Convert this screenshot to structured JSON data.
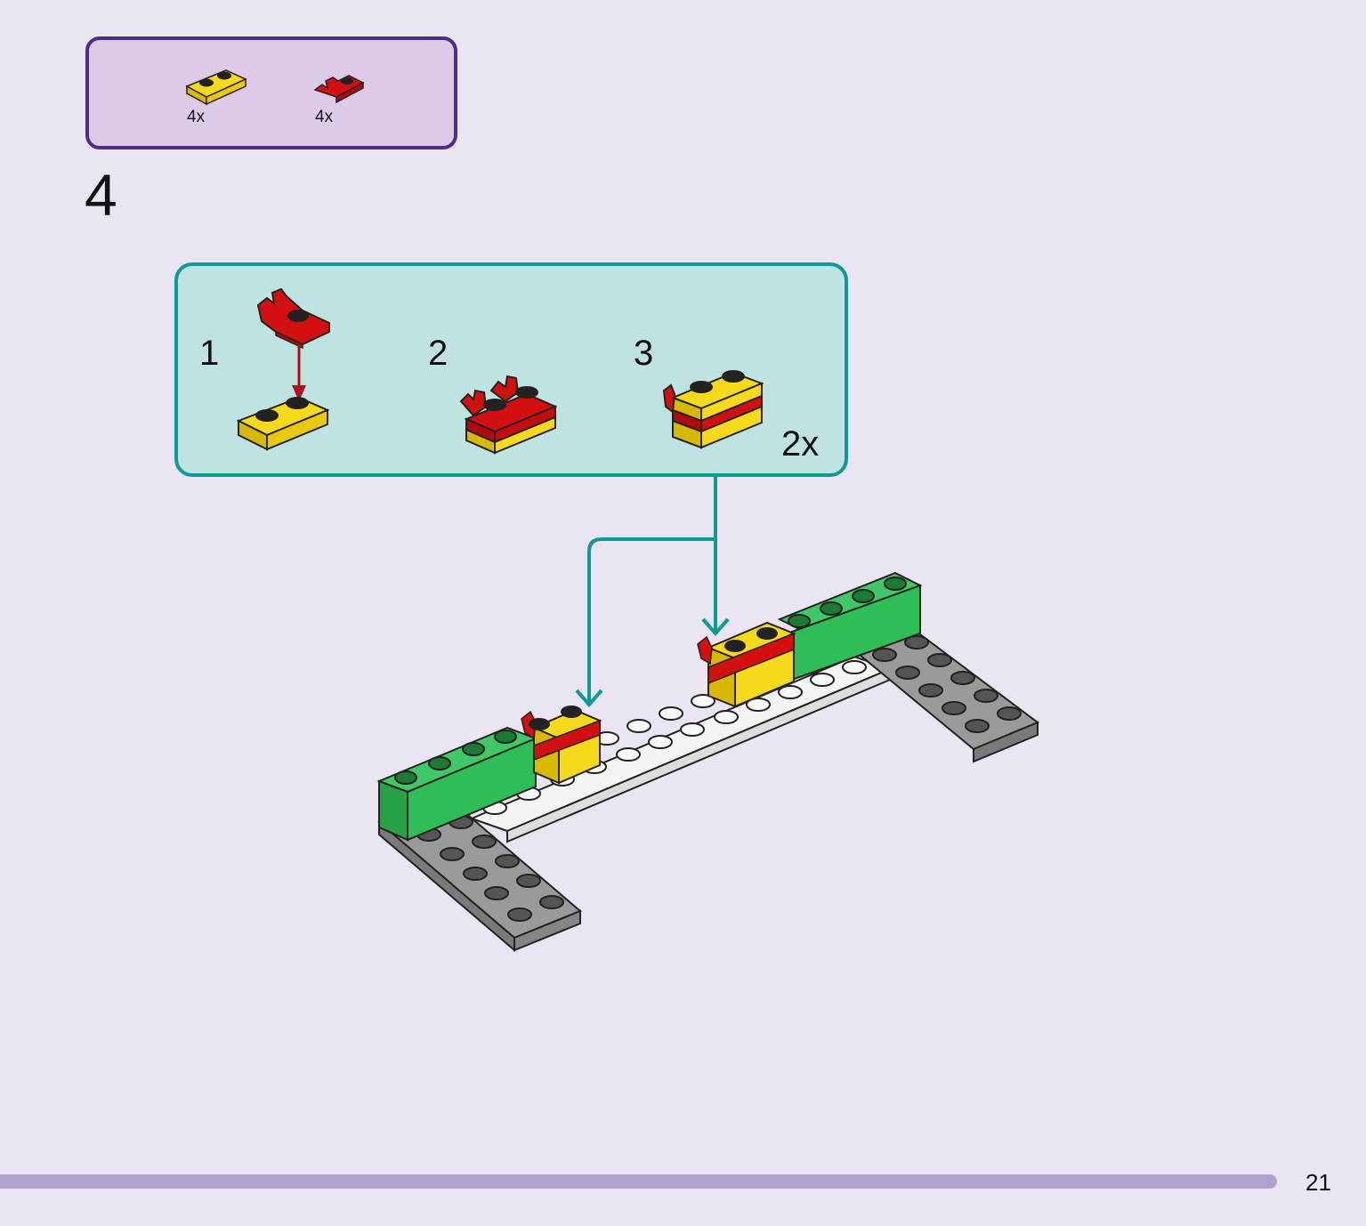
{
  "parts_list": [
    {
      "name": "yellow-plate-1x2",
      "qty": "4x",
      "color": "#f6d91a"
    },
    {
      "name": "red-clip-plate-1x1",
      "qty": "4x",
      "color": "#d40f0f"
    }
  ],
  "step": {
    "number": "4"
  },
  "sub_assembly": {
    "steps": [
      {
        "number": "1"
      },
      {
        "number": "2"
      },
      {
        "number": "3"
      }
    ],
    "multiplier": "2x"
  },
  "colors": {
    "background": "#ebe4f3",
    "parts_box_border": "#4d2d8a",
    "parts_box_fill": "#ddcae6",
    "sub_box_border": "#0e9a95",
    "sub_box_fill": "#bee3e0",
    "callout_line": "#0e9a95",
    "green_brick": "#2fbd55",
    "grey_plate": "#9a9a9a",
    "white_plate": "#f4f4f4",
    "progress_bar": "#b2a2cf"
  },
  "footer": {
    "page_number": "21"
  }
}
